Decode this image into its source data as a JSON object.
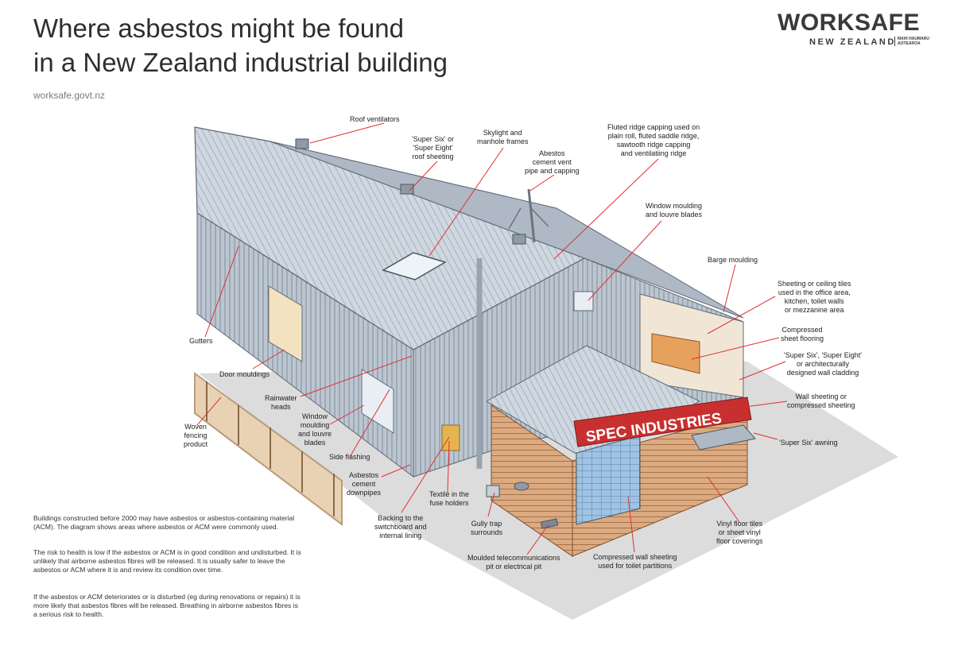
{
  "title_line1": "Where asbestos might be found",
  "title_line2": "in a New Zealand industrial building",
  "website": "worksafe.govt.nz",
  "logo": {
    "name": "WORKSAFE",
    "sub": "NEW ZEALAND",
    "maori": "MAHI HAUMARU AOTEAROA"
  },
  "sign_text": "SPEC INDUSTRIES",
  "labels": {
    "roof_ventilators": "Roof ventilators",
    "super_six_roof": "'Super Six' or\n'Super Eight'\nroof sheeting",
    "skylight": "Skylight and\nmanhole frames",
    "vent_pipe": "Abestos\ncement vent\npipe and capping",
    "fluted_ridge": "Fluted ridge capping used on\nplain roll, fluted saddle ridge,\nsawtooth ridge capping\nand ventilatiing ridge",
    "window_moulding_top": "Window moulding\nand louvre blades",
    "barge_moulding": "Barge moulding",
    "ceiling_tiles": "Sheeting or ceiling tiles\nused in the office area,\nkitchen, toilet walls\nor mezzanine area",
    "compressed_flooring": "Compressed\nsheet flooring",
    "wall_cladding": "'Super Six', 'Super Eight'\nor architecturally\ndesigned wall cladding",
    "wall_sheeting": "Wall sheeting or\ncompressed sheeting",
    "awning": "'Super Six' awning",
    "gutters": "Gutters",
    "door_mouldings": "Door mouldings",
    "rainwater_heads": "Rainwater\nheads",
    "window_moulding_side": "Window\nmoulding\nand louvre\nblades",
    "woven_fencing": "Woven\nfencing\nproduct",
    "side_flashing": "Side flashing",
    "downpipes": "Asbestos\ncement\ndownpipes",
    "textile_fuse": "Textile in the\nfuse holders",
    "switchboard": "Backing to the\nswitchboard and\ninternal lining",
    "gully_trap": "Gully trap\nsurrounds",
    "telecom_pit": "Moulded telecommunications\npit or electrical pit",
    "toilet_partitions": "Compressed wall sheeting\nused for toilet partitions",
    "vinyl_floor": "Vinyl floor tiles\nor sheet vinyl\nfloor coverings"
  },
  "info": {
    "p1": "Buildings constructed before 2000 may have asbestos or asbestos-containing material (ACM). The diagram shows areas where asbestos or ACM were commonly used.",
    "p2": "The risk to health is low if the asbestos or ACM is in good condition and undisturbed. It is unlikely that airborne asbestos fibres will be released. It is usually safer to leave the asbestos or ACM where it is and review its condition over time.",
    "p3": "If the asbestos or ACM deteriorates or is disturbed (eg during renovations or repairs) it is more likely that asbestos fibres will be released. Breathing in airborne asbestos fibres is a serious risk to health."
  },
  "colors": {
    "leader": "#e03030",
    "roof": "#c9d2dc",
    "wall": "#b8c3cf",
    "timber": "#d9a77c",
    "sign": "#c8302f"
  }
}
